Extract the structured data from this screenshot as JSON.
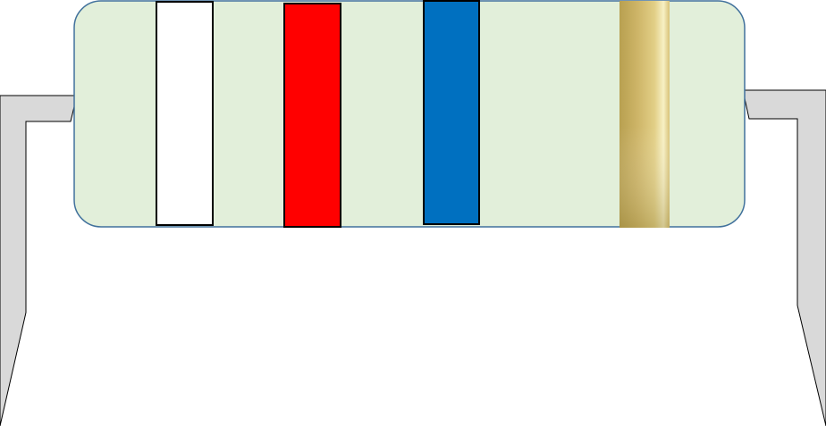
{
  "diagram": {
    "component": "resistor",
    "colors": {
      "background": "#ffffff",
      "body_fill": "#e2efda",
      "body_stroke": "#41719c",
      "lead_fill": "#d9d9d9",
      "lead_stroke": "#000000",
      "band_stroke": "#000000"
    },
    "bands": [
      {
        "color_name": "white",
        "color": "#ffffff"
      },
      {
        "color_name": "red",
        "color": "#ff0000"
      },
      {
        "color_name": "blue",
        "color": "#0070c0"
      },
      {
        "color_name": "gold",
        "color": "#c9b062"
      }
    ]
  }
}
